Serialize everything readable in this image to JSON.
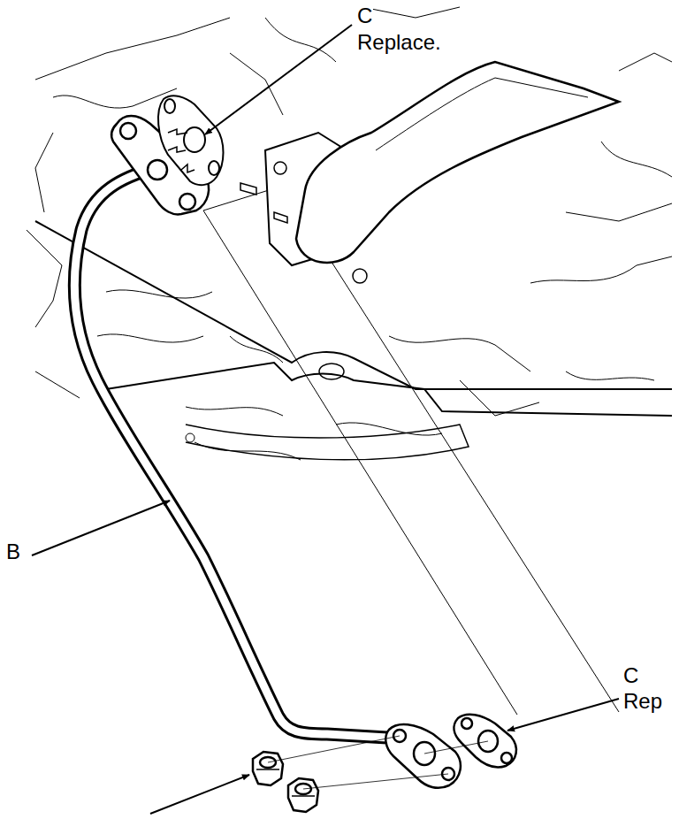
{
  "diagram": {
    "labels": [
      "C",
      "Replace.",
      "B",
      "C",
      "Rep"
    ]
  }
}
